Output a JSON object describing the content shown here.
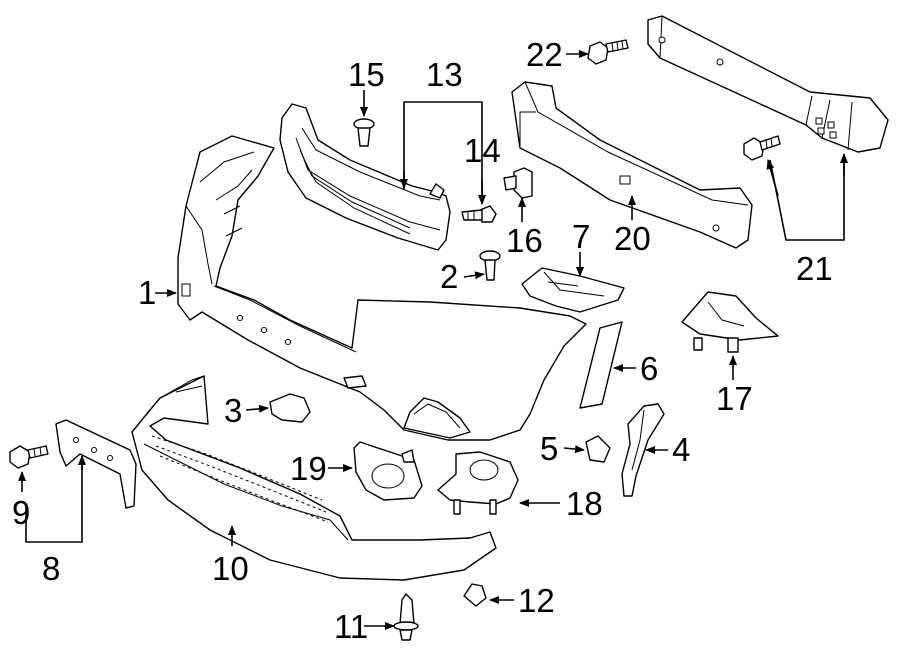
{
  "callouts": {
    "c1": "1",
    "c2": "2",
    "c3": "3",
    "c4": "4",
    "c5": "5",
    "c6": "6",
    "c7": "7",
    "c8": "8",
    "c9": "9",
    "c10": "10",
    "c11": "11",
    "c12": "12",
    "c13": "13",
    "c14": "14",
    "c15": "15",
    "c16": "16",
    "c17": "17",
    "c18": "18",
    "c19": "19",
    "c20": "20",
    "c21": "21",
    "c22": "22"
  },
  "colors": {
    "line": "#000000",
    "background": "#ffffff"
  }
}
